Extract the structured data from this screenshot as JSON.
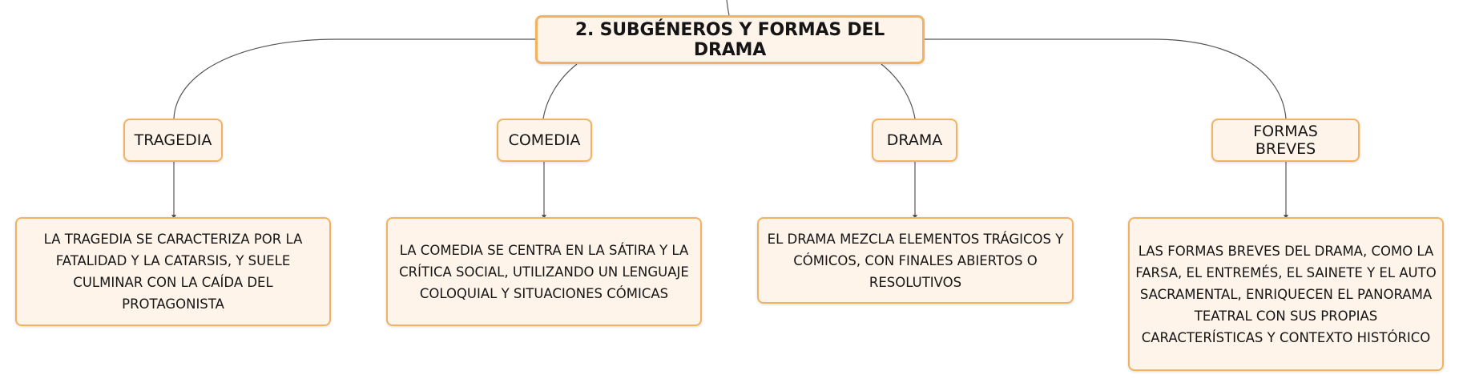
{
  "diagram": {
    "root": {
      "label": "2. SUBGÉNEROS Y FORMAS DEL DRAMA"
    },
    "branches": [
      {
        "id": "tragedia",
        "label": "TRAGEDIA",
        "description": "LA TRAGEDIA SE CARACTERIZA POR LA FATALIDAD Y LA CATARSIS, Y SUELE CULMINAR CON LA CAÍDA DEL PROTAGONISTA"
      },
      {
        "id": "comedia",
        "label": "COMEDIA",
        "description": "LA COMEDIA SE CENTRA EN LA SÁTIRA Y LA CRÍTICA SOCIAL, UTILIZANDO UN LENGUAJE COLOQUIAL Y SITUACIONES CÓMICAS"
      },
      {
        "id": "drama",
        "label": "DRAMA",
        "description": "EL DRAMA MEZCLA ELEMENTOS TRÁGICOS Y CÓMICOS, CON FINALES ABIERTOS O RESOLUTIVOS"
      },
      {
        "id": "formas-breves",
        "label": "FORMAS BREVES",
        "description": "LAS FORMAS BREVES DEL DRAMA, COMO LA FARSA, EL ENTREMÉS, EL SAINETE Y EL AUTO SACRAMENTAL, ENRIQUECEN EL PANORAMA TEATRAL CON SUS PROPIAS CARACTERÍSTICAS Y CONTEXTO HISTÓRICO"
      }
    ]
  },
  "colors": {
    "node_border": "#f2b25f",
    "node_fill": "#fff4ea",
    "connector": "#555555",
    "text": "#151515"
  }
}
